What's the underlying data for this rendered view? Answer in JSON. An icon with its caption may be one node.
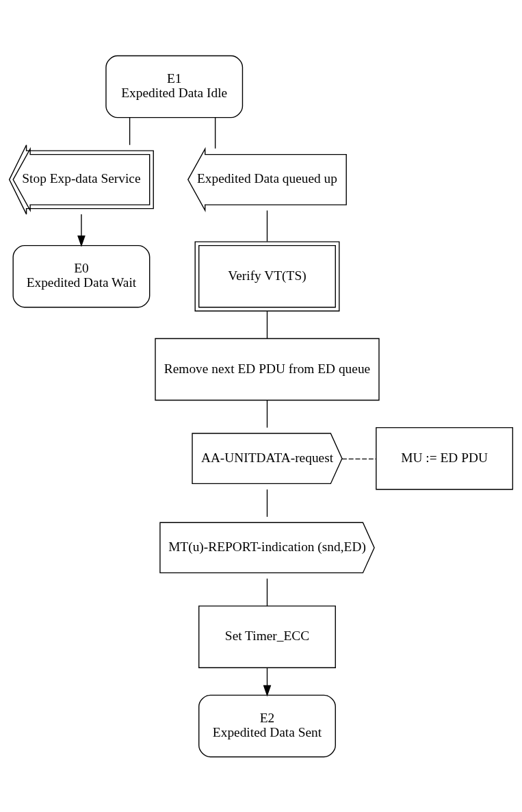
{
  "diagram": {
    "nodes": [
      {
        "text": [
          "E1",
          "Expedited Data Idle"
        ]
      },
      {
        "text": [
          "Stop Exp-data Service"
        ]
      },
      {
        "text": [
          "Expedited Data queued up"
        ]
      },
      {
        "text": [
          "E0",
          "Expedited Data Wait"
        ]
      },
      {
        "text": [
          "Verify VT(TS)"
        ]
      },
      {
        "text": [
          "Remove next ED PDU from ED queue"
        ]
      },
      {
        "text": [
          "AA-UNITDATA-request"
        ]
      },
      {
        "text": [
          "MU := ED PDU"
        ]
      },
      {
        "text": [
          "MT(u)-REPORT-indication (snd,ED)"
        ]
      },
      {
        "text": [
          "Set Timer_ECC"
        ]
      },
      {
        "text": [
          "E2",
          "Expedited Data Sent"
        ]
      }
    ],
    "edges": [
      {
        "from": 0,
        "to": 1,
        "arrow": "none"
      },
      {
        "from": 0,
        "to": 2,
        "arrow": "none"
      },
      {
        "from": 1,
        "to": 3,
        "arrow": "to"
      },
      {
        "from": 2,
        "to": 4,
        "arrow": "none"
      },
      {
        "from": 4,
        "to": 5,
        "arrow": "none"
      },
      {
        "from": 5,
        "to": 6,
        "arrow": "none"
      },
      {
        "from": 6,
        "to": 7,
        "arrow": "none",
        "style": "dashed"
      },
      {
        "from": 6,
        "to": 8,
        "arrow": "none"
      },
      {
        "from": 8,
        "to": 9,
        "arrow": "none"
      },
      {
        "from": 9,
        "to": 10,
        "arrow": "to"
      }
    ]
  }
}
